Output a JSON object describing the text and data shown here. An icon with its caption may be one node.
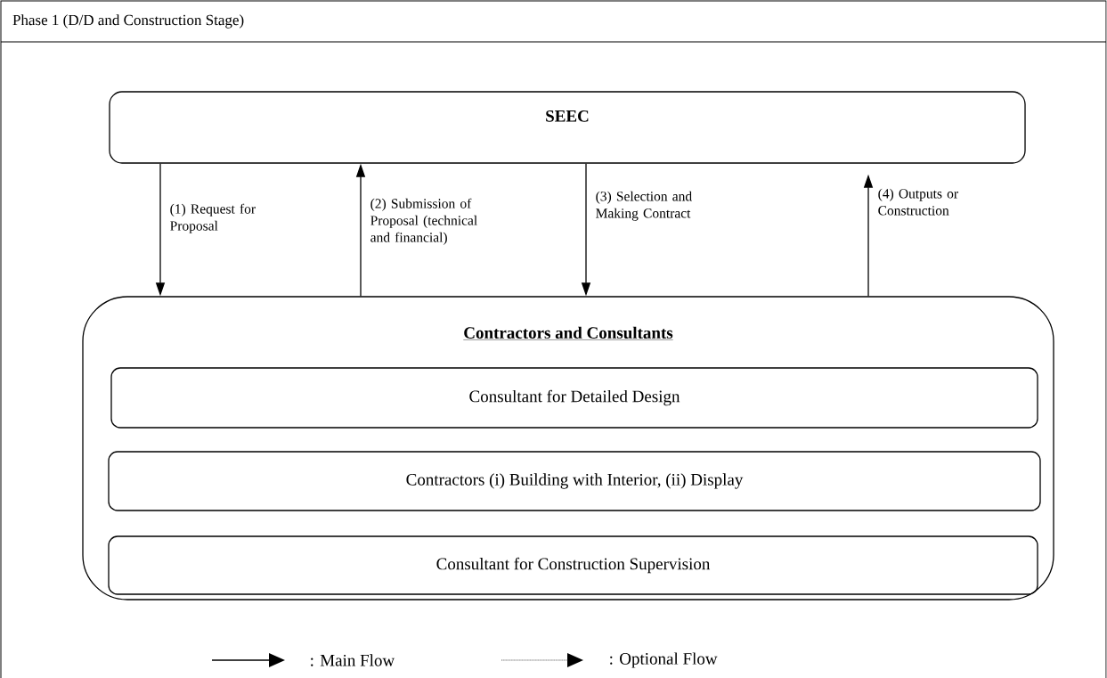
{
  "diagram": {
    "title": "Phase 1 (D/D and Construction Stage)",
    "nodes": [
      {
        "text": [
          "SEEC"
        ]
      },
      {
        "text": [
          "Contractors and Consultants"
        ]
      },
      {
        "text": [
          "Consultant for Detailed Design"
        ],
        "in": 1
      },
      {
        "text": [
          "Contractors (i) Building with Interior, (ii) Display"
        ],
        "in": 1
      },
      {
        "text": [
          "Consultant for Construction Supervision"
        ],
        "in": 1
      }
    ],
    "edges": [
      {
        "from": 0,
        "to": 1,
        "arrow": "to",
        "label": "(1) Request for Proposal"
      },
      {
        "from": 1,
        "to": 0,
        "arrow": "to",
        "label": "(2) Submission of Proposal (technical and financial)"
      },
      {
        "from": 0,
        "to": 1,
        "arrow": "to",
        "label": "(3) Selection and Making Contract"
      },
      {
        "from": 1,
        "to": 0,
        "arrow": "to",
        "label": "(4) Outputs or Construction"
      }
    ],
    "legend": [
      {
        "text": ": Main Flow"
      },
      {
        "text": ": Optional Flow"
      }
    ]
  }
}
